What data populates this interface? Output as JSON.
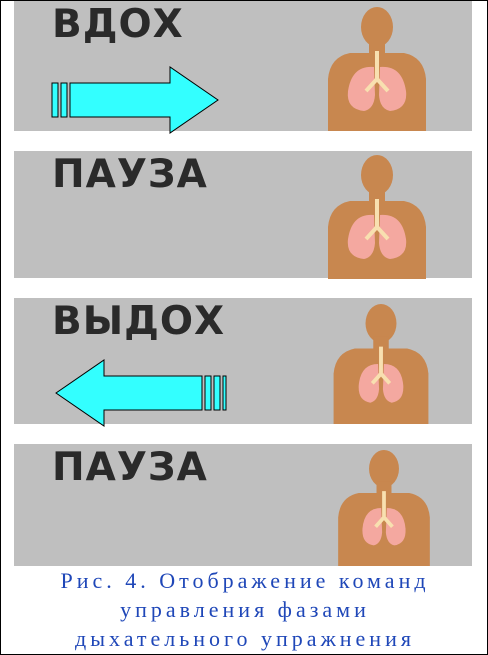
{
  "phases": [
    {
      "label": "ВДОХ",
      "arrow": "right"
    },
    {
      "label": "ПАУЗА",
      "arrow": "none"
    },
    {
      "label": "ВЫДОХ",
      "arrow": "left"
    },
    {
      "label": "ПАУЗА",
      "arrow": "none"
    }
  ],
  "caption": {
    "line1": "Рис. 4. Отображение команд",
    "line2": "управления фазами",
    "line3": "дыхательного упражнения"
  },
  "colors": {
    "panel": "#bfbfbf",
    "arrow": "#33ffff",
    "body": "#c8874f",
    "lungs": "#f4a8a0",
    "caption": "#1f47b8"
  }
}
